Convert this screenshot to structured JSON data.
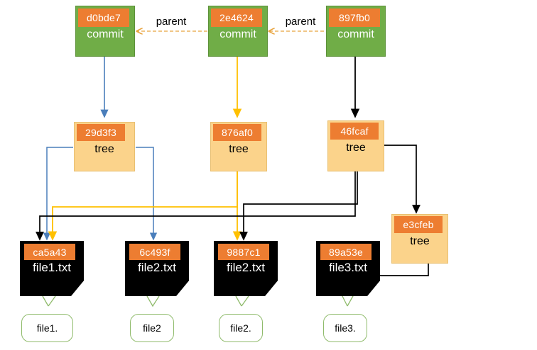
{
  "diagram": {
    "title": "git-object-graph",
    "colors": {
      "commit_fill": "#70AD47",
      "tree_fill": "#FBD38B",
      "blob_fill": "#000000",
      "hash_badge": "#ED7D31",
      "parent_edge": "#E8A33D",
      "blue_edge": "#4A7EBB",
      "yellow_edge": "#FFC000",
      "black_edge": "#000000",
      "callout_border": "#8FBB6B",
      "background": "#FFFFFF"
    }
  },
  "commits": [
    {
      "hash": "d0bde7",
      "kind": "commit"
    },
    {
      "hash": "2e4624",
      "kind": "commit"
    },
    {
      "hash": "897fb0",
      "kind": "commit"
    }
  ],
  "parent_labels": [
    {
      "text": "parent"
    },
    {
      "text": "parent"
    }
  ],
  "trees": [
    {
      "hash": "29d3f3",
      "kind": "tree"
    },
    {
      "hash": "876af0",
      "kind": "tree"
    },
    {
      "hash": "46fcaf",
      "kind": "tree"
    },
    {
      "hash": "e3cfeb",
      "kind": "tree"
    }
  ],
  "blobs": [
    {
      "hash": "ca5a43",
      "name": "file1.txt"
    },
    {
      "hash": "6c493f",
      "name": "file2.txt"
    },
    {
      "hash": "9887c1",
      "name": "file2.txt"
    },
    {
      "hash": "89a53e",
      "name": "file3.txt"
    }
  ],
  "callouts": [
    {
      "text": "file1."
    },
    {
      "text": "file2"
    },
    {
      "text": "file2."
    },
    {
      "text": "file3."
    }
  ]
}
